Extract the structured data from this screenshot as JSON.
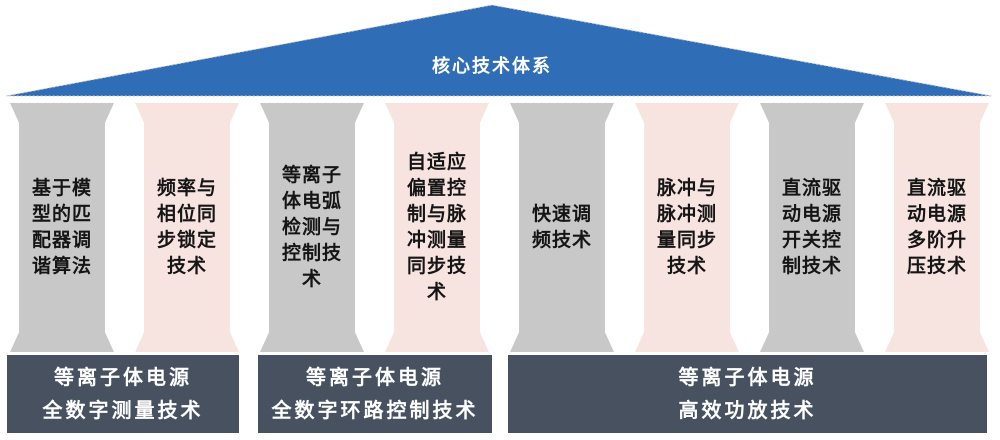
{
  "title": {
    "label": "核心技术体系"
  },
  "colors": {
    "roof_blue": "#2F6DB6",
    "roof_edge_dotted": "#CFCFCF",
    "pillar_gray": "#C8C8C8",
    "pillar_pink": "#F7E4E1",
    "pillar_text": "#151515",
    "base_dark": "#475160",
    "base_text": "#FFFFFF"
  },
  "pillars": [
    {
      "tone": "gray",
      "label": "基于模\n型的匹\n配器调\n谐算法"
    },
    {
      "tone": "pink",
      "label": "频率与\n相位同\n步锁定\n技术"
    },
    {
      "tone": "gray",
      "label": "等离子\n体电弧\n检测与\n控制技\n术"
    },
    {
      "tone": "pink",
      "label": "自适应\n偏置控\n制与脉\n冲测量\n同步技\n术"
    },
    {
      "tone": "gray",
      "label": "快速调\n频技术"
    },
    {
      "tone": "pink",
      "label": "脉冲与\n脉冲测\n量同步\n技术"
    },
    {
      "tone": "gray",
      "label": "直流驱\n动电源\n开关控\n制技术"
    },
    {
      "tone": "pink",
      "label": "直流驱\n动电源\n多阶升\n压技术"
    }
  ],
  "bases": [
    {
      "line1": "等离子体电源",
      "line2": "全数字测量技术"
    },
    {
      "line1": "等离子体电源",
      "line2": "全数字环路控制技术"
    },
    {
      "line1": "等离子体电源",
      "line2": "高效功放技术"
    }
  ]
}
